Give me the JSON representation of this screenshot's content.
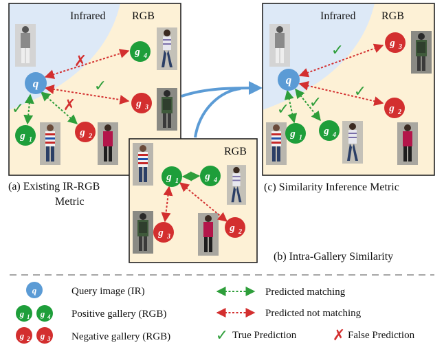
{
  "panels": {
    "a": {
      "region_left": "Infrared",
      "region_right": "RGB",
      "caption_line1": "(a) Existing IR-RGB",
      "caption_line2": "Metric"
    },
    "b": {
      "region": "RGB",
      "caption": "(b) Intra-Gallery Similarity"
    },
    "c": {
      "region_left": "Infrared",
      "region_right": "RGB",
      "caption": "(c) Similarity Inference Metric"
    }
  },
  "nodes": {
    "query": "q",
    "g_letter": "g",
    "sub1": "1",
    "sub2": "2",
    "sub3": "3",
    "sub4": "4"
  },
  "marks": {
    "check": "✓",
    "cross": "✗"
  },
  "legend": {
    "query_label": "Query image (IR)",
    "positive_label": "Positive gallery (RGB)",
    "negative_label": "Negative gallery (RGB)",
    "predicted_matching": "Predicted matching",
    "predicted_not_matching": "Predicted not matching",
    "true_prediction": "True Prediction",
    "false_prediction": "False Prediction"
  },
  "colors": {
    "query": "#5b9bd5",
    "positive": "#1e9e3a",
    "negative": "#d32f2f",
    "match_line": "#2e9e3a",
    "nonmatch_line": "#d32f2f",
    "infrared_bg": "#dde9f7",
    "rgb_bg": "#fdf1d6",
    "arrow": "#5b9bd5"
  }
}
